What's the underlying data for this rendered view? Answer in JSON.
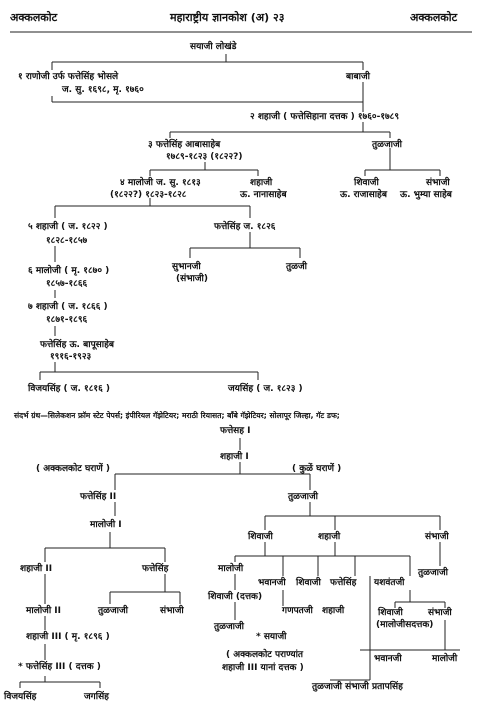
{
  "header": {
    "left": "अक्कलकोट",
    "center": "महाराष्ट्रीय ज्ञानकोश (अ) २३",
    "right": "अक्कलकोट"
  },
  "tree1": {
    "sayaji": "सयाजी लोखंडे",
    "ranoji_name": "१ राणोजी उर्फ फत्तेसिंह भोसले",
    "ranoji_dates": "ज. सु. १६९८, मृ. १७६०",
    "babaji": "बाबाजी",
    "shahaji2": "२ शहाजी ( फत्तेसिहाना दत्तक ) १७६०-१७८९",
    "fatte3": "३ फत्तेसिंह आबासाहेब",
    "fatte3_dates": "१७८९-१८२३ (१८२२?)",
    "tulaji": "तुळजाजी",
    "maloji4": "४ मालोजी ज. सु. १८१३",
    "maloji4_dates": "(१८२२?) १८२३-१८२८",
    "shahaji_a": "शहाजी",
    "shahaji_a_sub": "ऊ. नानासाहेब",
    "shivaji": "शिवाजी",
    "shivaji_sub": "ऊ. राजासाहेब",
    "sambhaji": "संभाजी",
    "sambhaji_sub": "ऊ. भुम्या साहेब",
    "shahaji5": "५ शहाजी ( ज. १८२२ )",
    "shahaji5_dates": "१८२८-१८५७",
    "fatte_b": "फत्तेसिंह ज. १८२६",
    "maloji6": "६ मालोजी ( मृ. १८७० )",
    "maloji6_dates": "१८५७-१८६६",
    "subhanji": "सुभानजी",
    "subhanji_sub": "(संभाजी)",
    "tulaji_b": "तुळजी",
    "shahaji7": "७ शहाजी ( ज. १८६६ )",
    "shahaji7_dates": "१८७१-१८९६",
    "fatte8": "फत्तेसिंह ऊ. बापूसाहेब",
    "fatte8_dates": "१९१६-१९२३",
    "vijaysinh": "विजयसिंह ( ज. १८१६ )",
    "jaysinh": "जयसिंह ( ज. १८२३ )"
  },
  "reference": "संदर्भ ग्रंथ—सिलेकशन फ्रॉम स्टेट पेपर्स; इंपीरियल गॅझेटियर; मराठी रियासत; बॉंबे गॅझेटियर; सोलापूर जिल्हा, गॅट डफ;",
  "tree2": {
    "fatte_i": "फत्तेसह I",
    "shahaji_i": "शहाजी I",
    "akkalkot_branch": "( अक्कलकोट घराणें )",
    "kule_branch": "( कुळें घराणें )",
    "fatte_ii": "फत्तेसिंह II",
    "tulaji_r": "तुळजाजी",
    "maloji_i": "मालोजी I",
    "shivaji_r": "शिवाजी",
    "shahaji_r": "शहाजी",
    "sambhaji_r": "संभाजी",
    "shahaji_ii": "शहाजी II",
    "fattesinh_l": "फत्तेसिंह",
    "maloji_r": "मालोजी",
    "bhavanji": "भवानजी",
    "shivaji_r2": "शिवाजी",
    "fattesinh_r": "फत्तेसिंह",
    "yashwantji": "यशवंतजी",
    "tulaji_r2": "तुळजाजी",
    "shivaji_dattak": "शिवाजी (दत्तक)",
    "ganpatji": "गणपतजी",
    "shahaji_r2": "शहाजी",
    "shivaji_r3": "शिवाजी",
    "sambhaji_r3": "संभाजी",
    "maloji_dattak": "(मालोजीसदत्तक)",
    "maloji_ii": "मालोजी II",
    "tulaji_l": "तुळजाजी",
    "sambhaji_l": "संभाजी",
    "tulaji_r3": "तुळजाजी",
    "sayaji_r": "* सयाजी",
    "bhavanji_r": "भवानजी",
    "maloji_r3": "मालोजी",
    "shahaji_iii": "शहाजी III ( मृ. १८९६ )",
    "akkalkot_note": "( अक्कलकोट पराण्यांत",
    "shahaji_iii_note": "शहाजी III यानां दत्तक )",
    "fatte_iii": "* फत्तेसिंह III ( दत्तक )",
    "last_line": "तुळजाजी संभाजी प्रतापसिंह",
    "vijaysinh_l": "विजयसिंह",
    "jagsinh": "जगसिंह"
  }
}
